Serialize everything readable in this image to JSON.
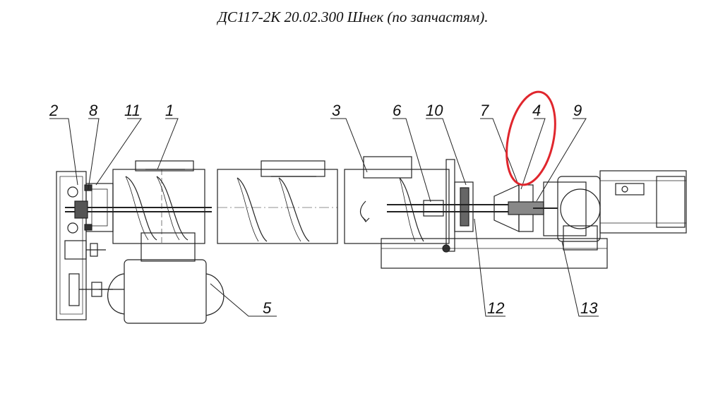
{
  "title": "ДС117-2К 20.02.300 Шнек (по запчастям).",
  "callouts": {
    "c1": "1",
    "c2": "2",
    "c3": "3",
    "c4": "4",
    "c5": "5",
    "c6": "6",
    "c7": "7",
    "c8": "8",
    "c9": "9",
    "c10": "10",
    "c11": "11",
    "c12": "12",
    "c13": "13"
  },
  "highlight": {
    "target": "4",
    "color": "#e0262d"
  }
}
